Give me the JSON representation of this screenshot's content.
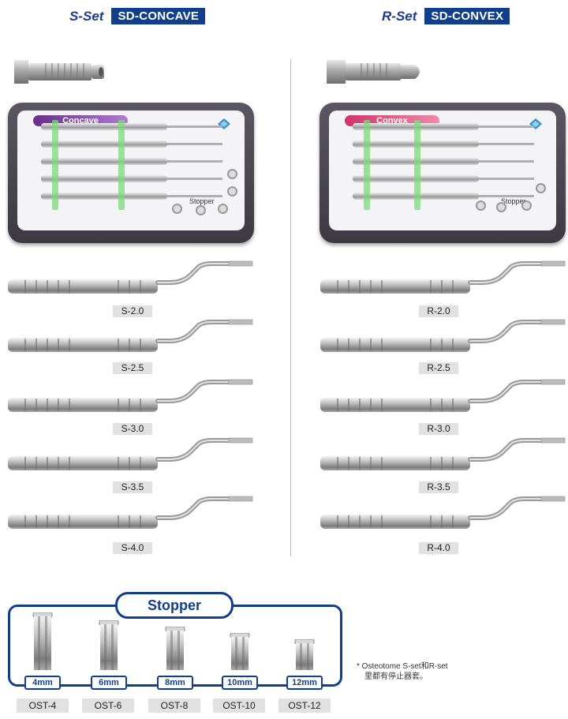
{
  "s_set": {
    "name": "S-Set",
    "badge": "SD-CONCAVE",
    "kit": {
      "label": "Concave",
      "stopper_text": "Stopper",
      "label_color": "#7a3aa0"
    },
    "instruments": [
      "S-2.0",
      "S-2.5",
      "S-3.0",
      "S-3.5",
      "S-4.0"
    ]
  },
  "r_set": {
    "name": "R-Set",
    "badge": "SD-CONVEX",
    "kit": {
      "label": "Convex",
      "stopper_text": "Stopper",
      "label_color": "#d83a70"
    },
    "instruments": [
      "R-2.0",
      "R-2.5",
      "R-3.0",
      "R-3.5",
      "R-4.0"
    ]
  },
  "stopper": {
    "title": "Stopper",
    "items": [
      {
        "size": "4mm",
        "code": "OST-4"
      },
      {
        "size": "6mm",
        "code": "OST-6"
      },
      {
        "size": "8mm",
        "code": "OST-8"
      },
      {
        "size": "10mm",
        "code": "OST-10"
      },
      {
        "size": "12mm",
        "code": "OST-12"
      }
    ]
  },
  "footnote": {
    "line1": "* Osteotome S-set和R-set",
    "line2": "里都有停止器套。"
  },
  "colors": {
    "brand_blue": "#123f8c",
    "label_bg": "#e1e1e1"
  }
}
